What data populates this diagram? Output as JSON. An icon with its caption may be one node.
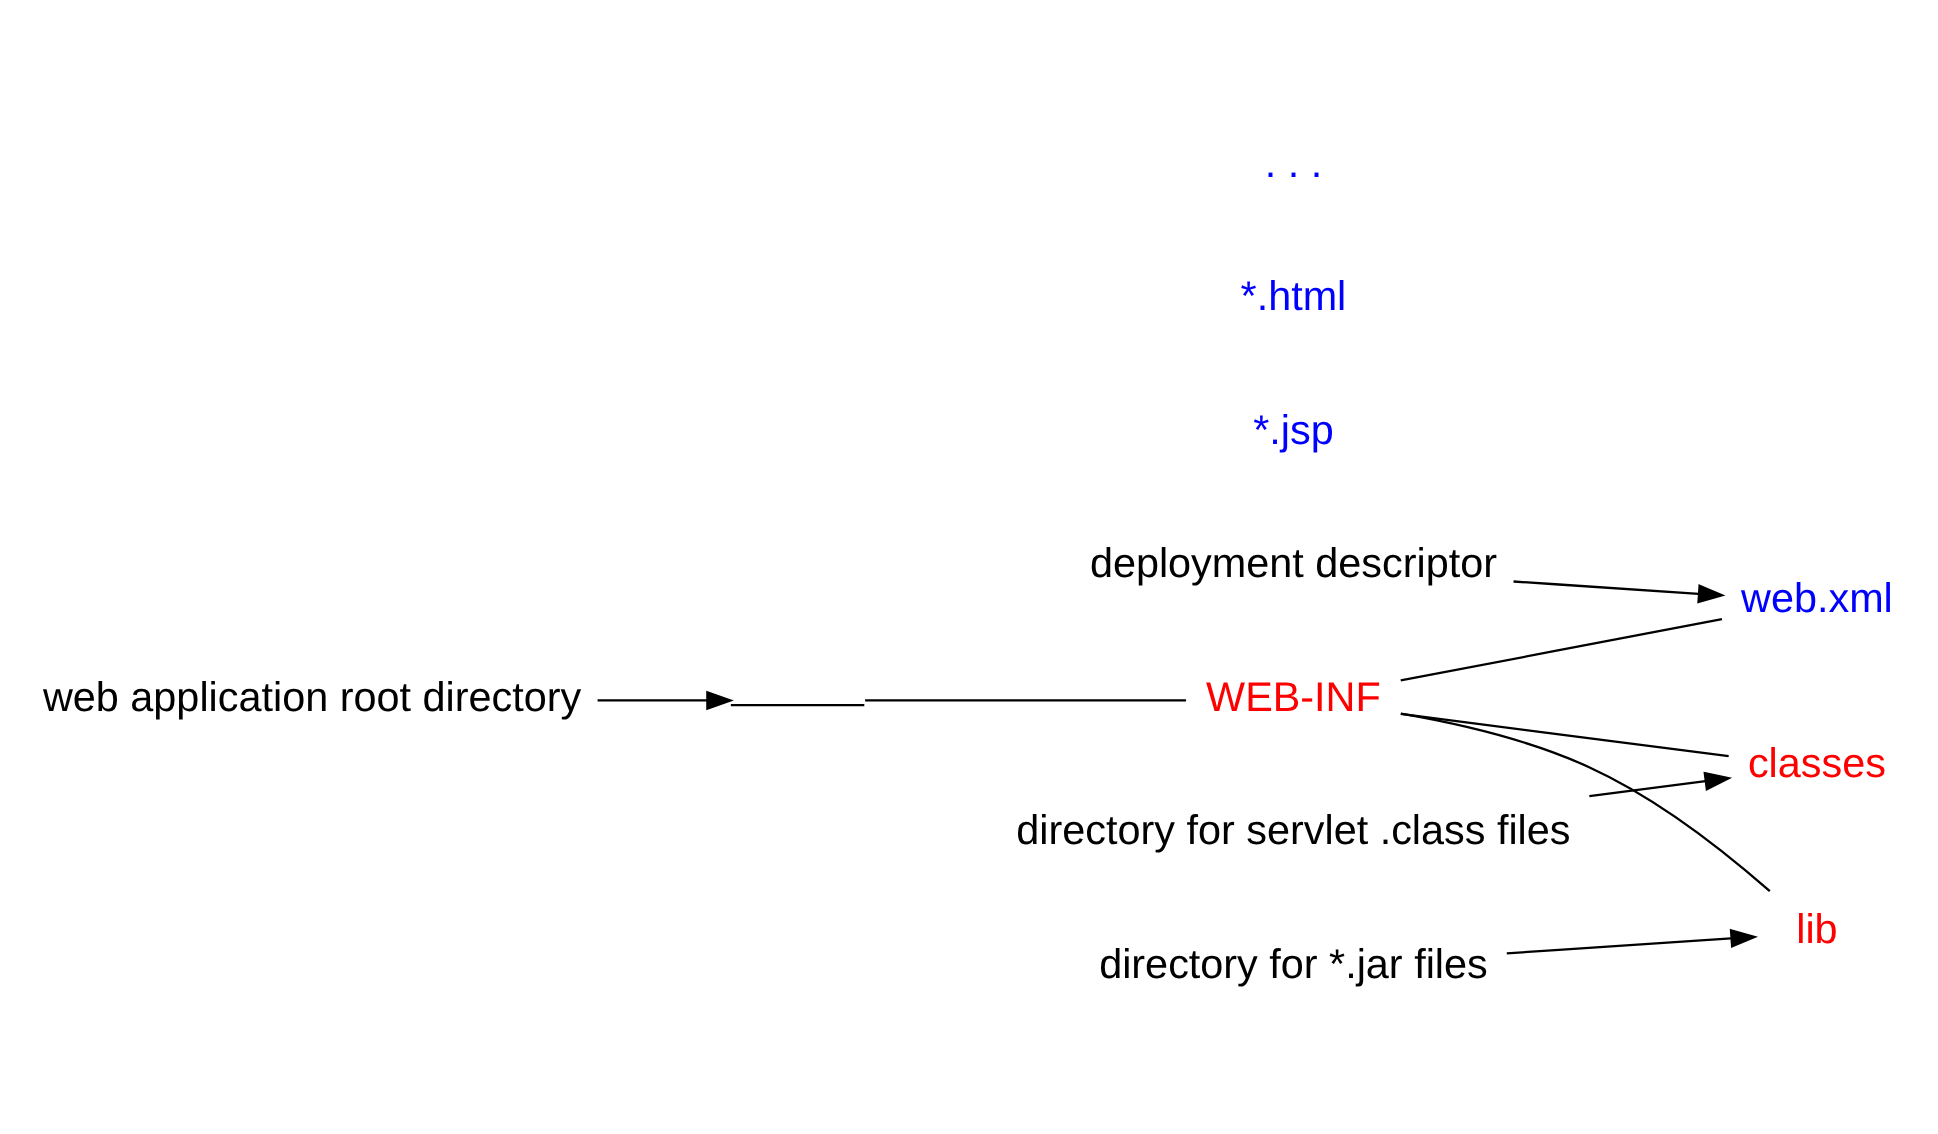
{
  "diagram": {
    "nodes": [
      {
        "text": [
          "web application root directory"
        ]
      },
      {
        "text": [],
        "shape": "line"
      },
      {
        "text": [
          "WEB-INF"
        ]
      },
      {
        "text": [
          "web.xml"
        ]
      },
      {
        "text": [
          "classes"
        ]
      },
      {
        "text": [
          "lib"
        ]
      },
      {
        "text": [
          "deployment descriptor"
        ]
      },
      {
        "text": [
          "directory for servlet .class files"
        ]
      },
      {
        "text": [
          "directory for *.jar files"
        ]
      }
    ],
    "edges": [
      {
        "from": 0,
        "to": 1,
        "arrow": "to"
      },
      {
        "from": 1,
        "to": 2,
        "arrow": "none"
      },
      {
        "from": 2,
        "to": 3,
        "arrow": "none"
      },
      {
        "from": 2,
        "to": 4,
        "arrow": "none"
      },
      {
        "from": 2,
        "to": 5,
        "arrow": "none"
      },
      {
        "from": 6,
        "to": 3,
        "arrow": "to"
      },
      {
        "from": 7,
        "to": 4,
        "arrow": "to"
      },
      {
        "from": 8,
        "to": 5,
        "arrow": "to"
      }
    ],
    "labels": [
      "*.jsp",
      "*.html",
      ". . ."
    ]
  }
}
